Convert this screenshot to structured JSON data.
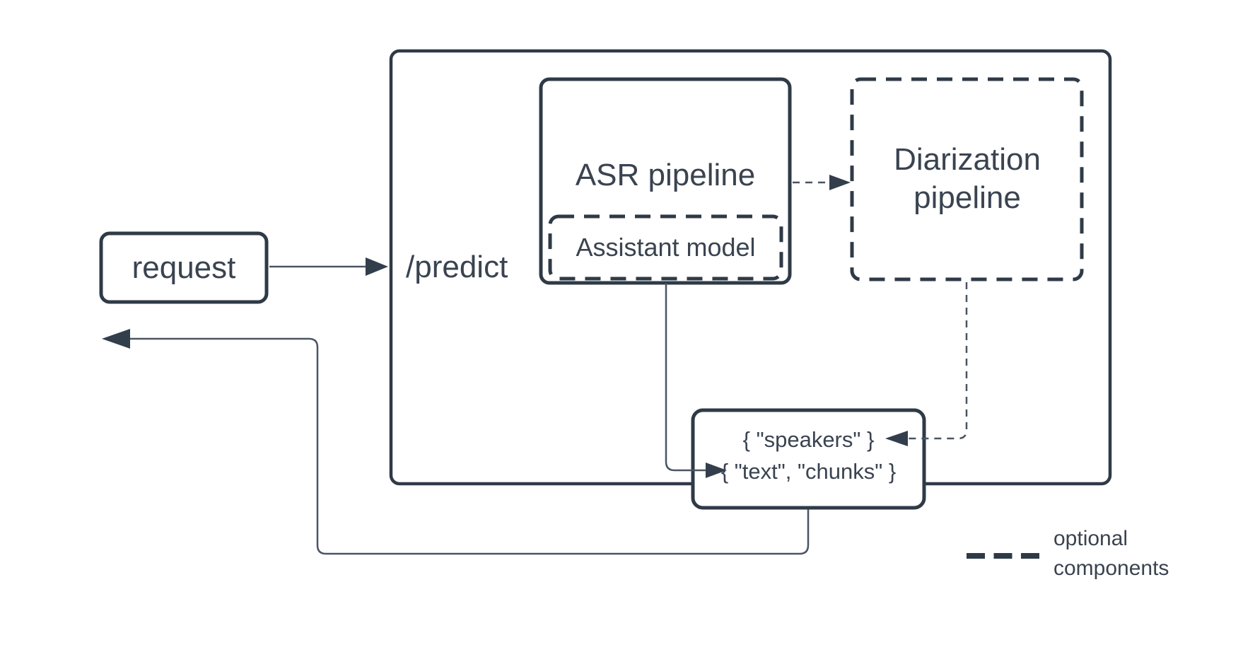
{
  "diagram": {
    "request_label": "request",
    "predict_label": "/predict",
    "asr_label": "ASR pipeline",
    "assistant_label": "Assistant model",
    "diarization_label": "Diarization pipeline",
    "result_line1": "{ \"speakers\" }",
    "result_line2": "{ \"text\", \"chunks\" }",
    "legend_label": "optional components"
  },
  "colors": {
    "stroke": "#2f3a47",
    "connector": "#4a5462",
    "text": "#3a4350",
    "background": "#ffffff"
  }
}
